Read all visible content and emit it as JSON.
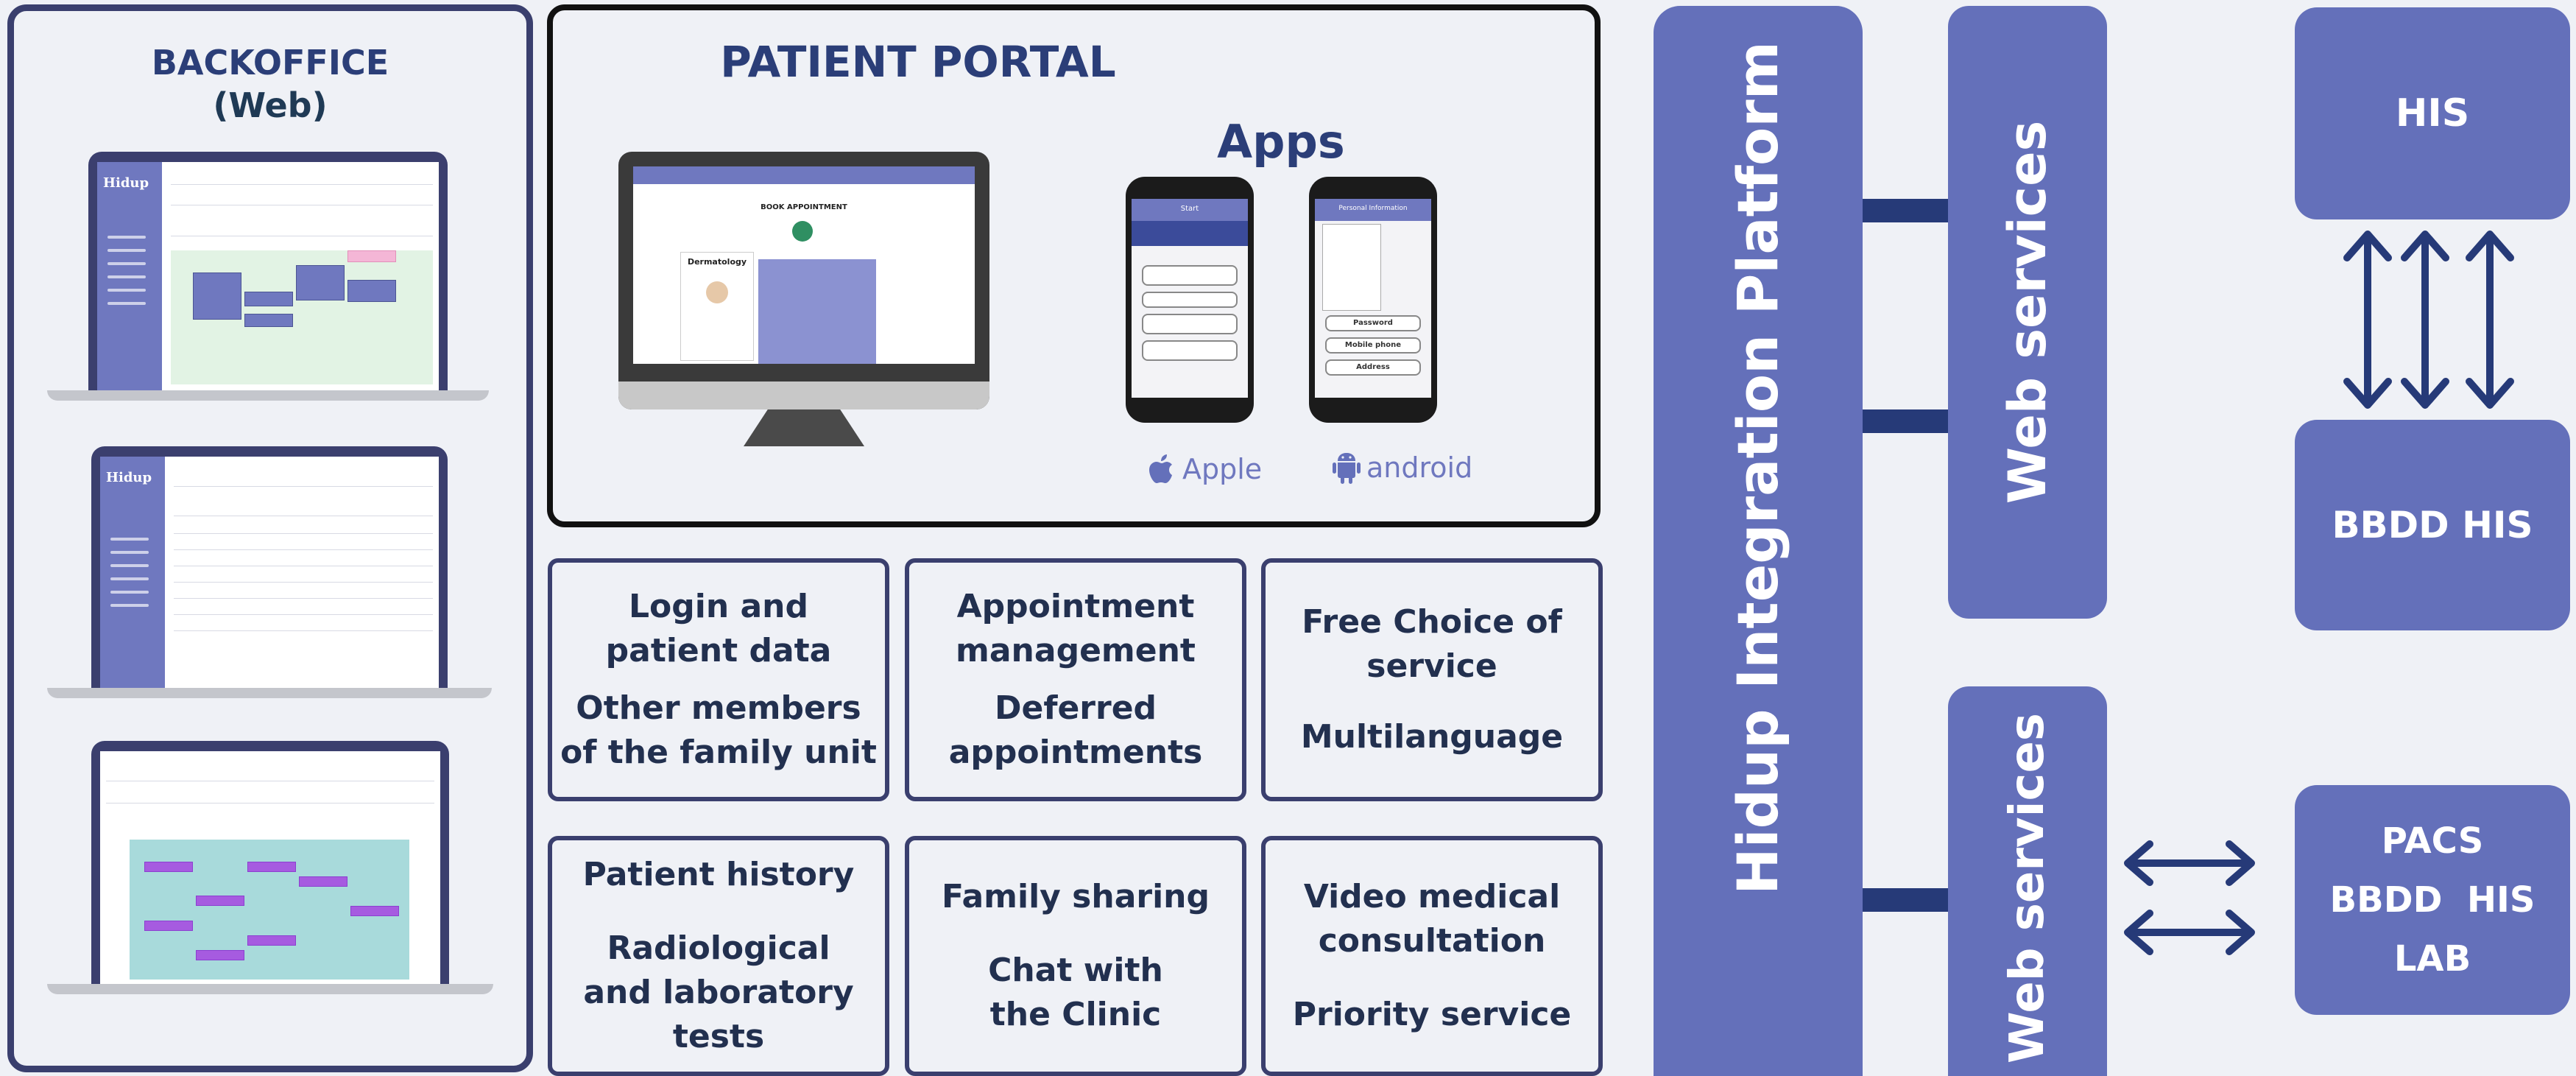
{
  "backoffice": {
    "title": "BACKOFFICE",
    "subtitle": "(Web)",
    "logo": "Hidup"
  },
  "portal": {
    "title": "PATIENT PORTAL",
    "apps_title": "Apps",
    "screen_heading": "BOOK APPOINTMENT",
    "screen_specialty": "Dermatology",
    "apple_label": "Apple",
    "android_label": "android",
    "phone1_header": "Start",
    "phone2_header": "Personal Information",
    "phone2_items": [
      "Password",
      "Mobile phone",
      "Address"
    ]
  },
  "features": [
    {
      "line1": "Login and patient data",
      "line2": "Other members of the family unit"
    },
    {
      "line1": "Appointment management",
      "line2": "Deferred appointments"
    },
    {
      "line1": "Free Choice of service",
      "line2": "Multilanguage"
    },
    {
      "line1": "Patient history",
      "line2": "Radiological and laboratory tests"
    },
    {
      "line1": "Family sharing",
      "line2": "Chat with the Clinic"
    },
    {
      "line1": "Video medical consultation",
      "line2": "Priority service"
    }
  ],
  "integration": {
    "platform_label": "Hidup Integration Platform",
    "ws_top": "Web services",
    "ws_bottom": "Web services",
    "his": "HIS",
    "bbdd_his": "BBDD HIS",
    "pacs_lines": [
      "PACS",
      "BBDD  HIS",
      "LAB"
    ]
  },
  "colors": {
    "accent": "#6470ba",
    "dark_navy": "#263a78",
    "border": "#3a3f6e",
    "background": "#eff1f6"
  }
}
